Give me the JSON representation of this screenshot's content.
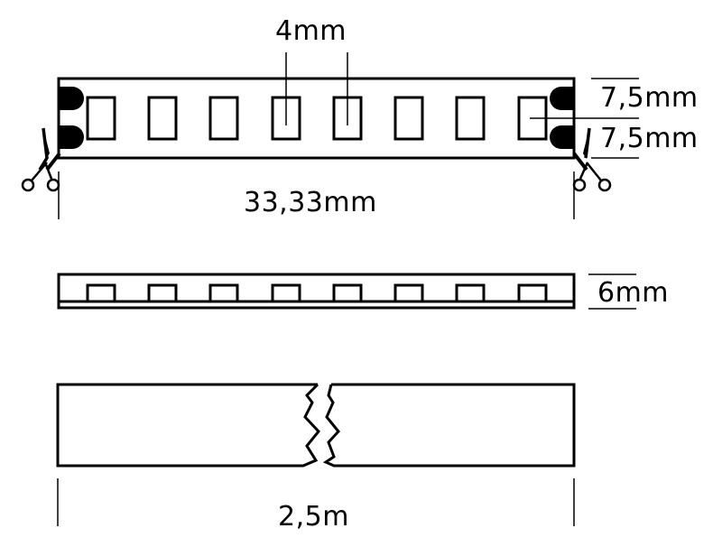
{
  "title": "LED strip dimensional drawing",
  "colors": {
    "line": "#000000",
    "background": "#ffffff"
  },
  "top_view": {
    "led_count": 8,
    "labels": {
      "led_size": "4mm",
      "half_width_top": "7,5mm",
      "half_width_bottom": "7,5mm",
      "cut_segment_length": "33,33mm"
    },
    "icons": [
      "solder-pad-icon",
      "scissors-icon"
    ]
  },
  "side_view": {
    "led_count": 8,
    "labels": {
      "height": "6mm"
    }
  },
  "full_length_view": {
    "labels": {
      "total_length": "2,5m"
    },
    "icons": [
      "break-line-icon"
    ]
  }
}
